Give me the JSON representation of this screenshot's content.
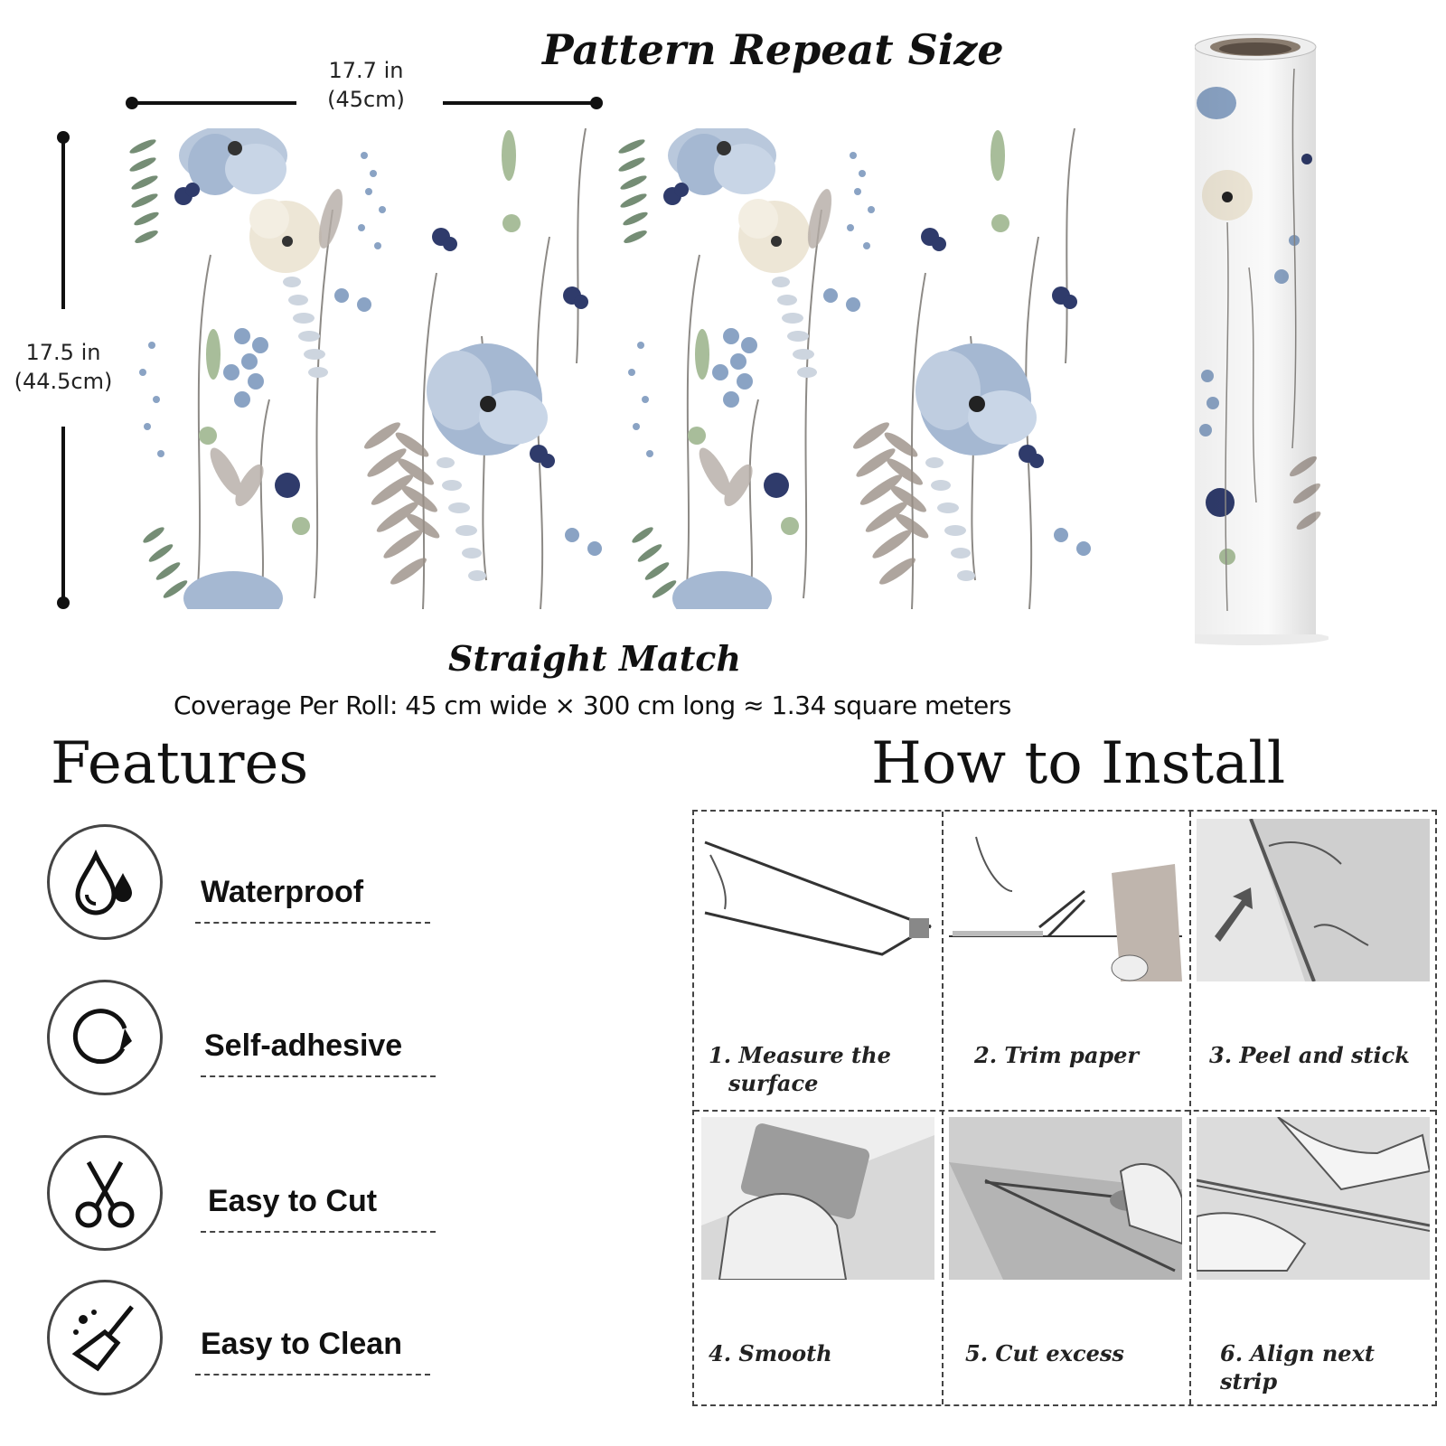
{
  "header": {
    "title": "Pattern Repeat Size",
    "width_in": "17.7 in",
    "width_cm": "(45cm)",
    "height_in": "17.5 in",
    "height_cm": "(44.5cm)"
  },
  "match": {
    "label": "Straight Match",
    "coverage": "Coverage Per Roll: 45 cm wide × 300 cm long ≈ 1.34 square meters"
  },
  "features": {
    "heading": "Features",
    "items": [
      {
        "label": "Waterproof",
        "icon": "water-drop-icon"
      },
      {
        "label": "Self-adhesive",
        "icon": "peel-sticker-icon"
      },
      {
        "label": "Easy to Cut",
        "icon": "scissors-icon"
      },
      {
        "label": "Easy to Clean",
        "icon": "broom-icon"
      }
    ]
  },
  "install": {
    "heading": "How to Install",
    "steps": [
      {
        "label_line1": "1. Measure the",
        "label_line2": "surface"
      },
      {
        "label_line1": "2. Trim paper",
        "label_line2": ""
      },
      {
        "label_line1": "3. Peel and stick",
        "label_line2": ""
      },
      {
        "label_line1": "4. Smooth",
        "label_line2": ""
      },
      {
        "label_line1": "5. Cut excess",
        "label_line2": ""
      },
      {
        "label_line1": "6. Align next strip",
        "label_line2": ""
      }
    ]
  },
  "colors": {
    "ink": "#111111",
    "flower_blue": "#8aa3c4",
    "flower_navy": "#2f3b6b",
    "fern_green": "#5e7a5e",
    "fern_taupe": "#9a8f86",
    "cream": "#ede6d6",
    "step_gray": "#cfcfcf"
  }
}
